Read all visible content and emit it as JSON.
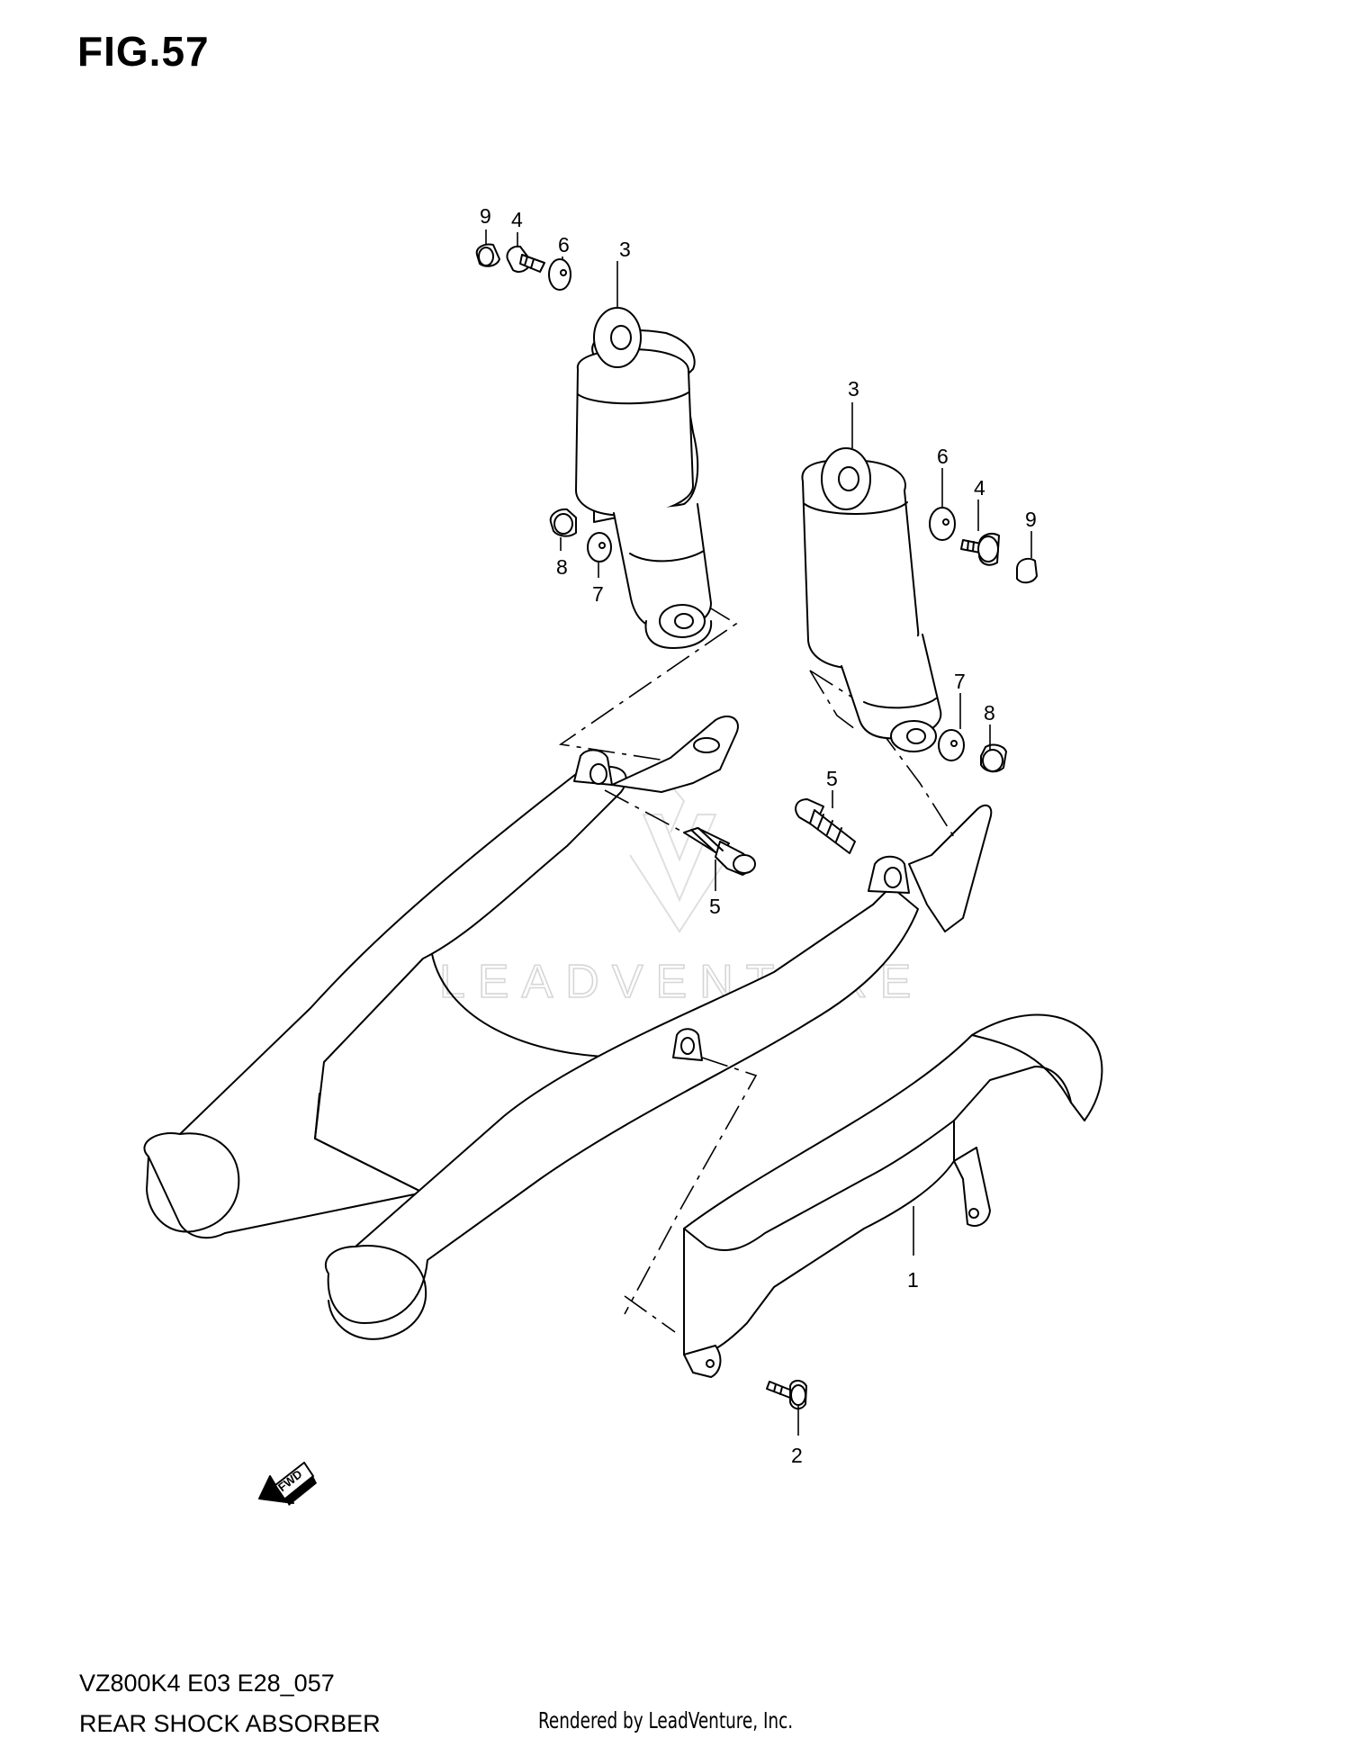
{
  "figure": {
    "title": "FIG.57"
  },
  "callouts": [
    {
      "id": "c1",
      "label": "1"
    },
    {
      "id": "c2",
      "label": "2"
    },
    {
      "id": "c3a",
      "label": "3"
    },
    {
      "id": "c3b",
      "label": "3"
    },
    {
      "id": "c4a",
      "label": "4"
    },
    {
      "id": "c4b",
      "label": "4"
    },
    {
      "id": "c5a",
      "label": "5"
    },
    {
      "id": "c5b",
      "label": "5"
    },
    {
      "id": "c6a",
      "label": "6"
    },
    {
      "id": "c6b",
      "label": "6"
    },
    {
      "id": "c7a",
      "label": "7"
    },
    {
      "id": "c7b",
      "label": "7"
    },
    {
      "id": "c8a",
      "label": "8"
    },
    {
      "id": "c8b",
      "label": "8"
    },
    {
      "id": "c9a",
      "label": "9"
    },
    {
      "id": "c9b",
      "label": "9"
    }
  ],
  "direction_arrow": {
    "label": "FWD"
  },
  "watermark": {
    "text": "LEADVENTURE"
  },
  "footer": {
    "model_code": "VZ800K4 E03 E28_057",
    "section_name": "REAR SHOCK ABSORBER",
    "rendered_by": "Rendered by LeadVenture, Inc."
  },
  "colors": {
    "line": "#000000",
    "background": "#ffffff",
    "watermark": "#d6d6d6"
  }
}
